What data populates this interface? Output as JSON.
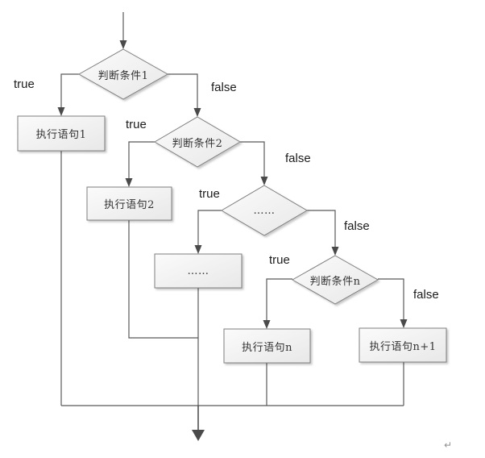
{
  "flowchart": {
    "branch_true": "true",
    "branch_false": "false",
    "decisions": [
      {
        "label": "判断条件1"
      },
      {
        "label": "判断条件2"
      },
      {
        "label": "……"
      },
      {
        "label": "判断条件n"
      }
    ],
    "processes": [
      {
        "label": "执行语句1"
      },
      {
        "label": "执行语句2"
      },
      {
        "label": "……"
      },
      {
        "label": "执行语句n"
      },
      {
        "label": "执行语句n+1"
      }
    ],
    "paragraph_mark": "↵",
    "colors": {
      "connector": "#595959",
      "arrowhead": "#4a4a4a",
      "shape_border": "#7f7f7f",
      "shape_fill_top": "#fbfbfb",
      "shape_fill_bottom": "#e8e8e8",
      "label_text": "#1c1c1c",
      "shape_text": "#333333"
    }
  }
}
